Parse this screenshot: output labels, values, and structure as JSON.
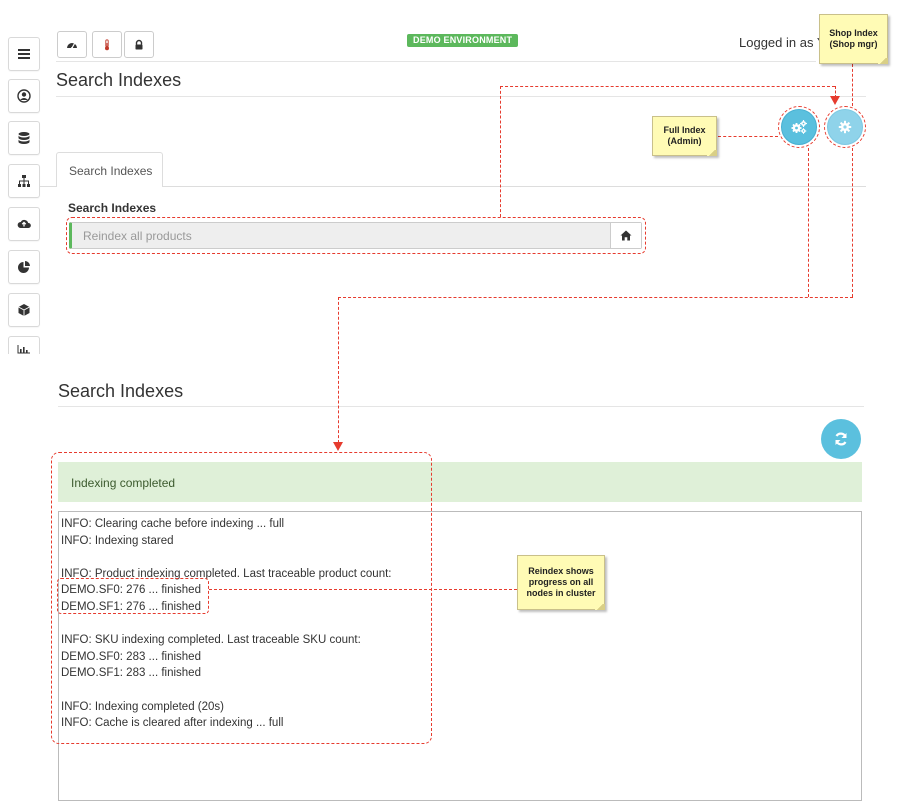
{
  "toolbar": {
    "demo_badge": "DEMO ENVIRONMENT",
    "logged_in": "Logged in as Y"
  },
  "sidebar": {
    "menu_icon": "menu-icon",
    "items": [
      {
        "icon": "user-circle-icon"
      },
      {
        "icon": "database-icon"
      },
      {
        "icon": "sitemap-icon"
      },
      {
        "icon": "cloud-upload-icon"
      },
      {
        "icon": "pie-chart-icon"
      },
      {
        "icon": "cube-icon"
      },
      {
        "icon": "bar-chart-icon"
      }
    ]
  },
  "top_screen": {
    "title": "Search Indexes",
    "tab_label": "Search Indexes",
    "section_label": "Search Indexes",
    "reindex_label": "Reindex all products"
  },
  "bottom_screen": {
    "title": "Search Indexes",
    "alert": "Indexing completed",
    "log_lines": [
      "INFO: Clearing cache before indexing ... full",
      "INFO: Indexing stared",
      "",
      "INFO: Product indexing completed. Last traceable product count:",
      "DEMO.SF0: 276 ... finished",
      "DEMO.SF1: 276 ... finished",
      "",
      "INFO: SKU indexing completed. Last traceable SKU count:",
      "DEMO.SF0: 283 ... finished",
      "DEMO.SF1: 283 ... finished",
      "",
      "INFO: Indexing completed (20s)",
      "INFO: Cache is cleared after indexing ... full"
    ]
  },
  "notes": {
    "shop_index": [
      "Shop Index",
      "(Shop mgr)"
    ],
    "full_index": [
      "Full Index",
      "(Admin)"
    ],
    "reindex_progress": [
      "Reindex shows",
      "progress on all",
      "nodes in cluster"
    ]
  },
  "colors": {
    "accent_blue": "#5bc0de",
    "light_blue": "#8fd3ea",
    "success_green": "#5cb85c",
    "alert_bg": "#dff0d8",
    "annotation_red": "#e63b2e",
    "note_yellow": "#fffbb5"
  }
}
